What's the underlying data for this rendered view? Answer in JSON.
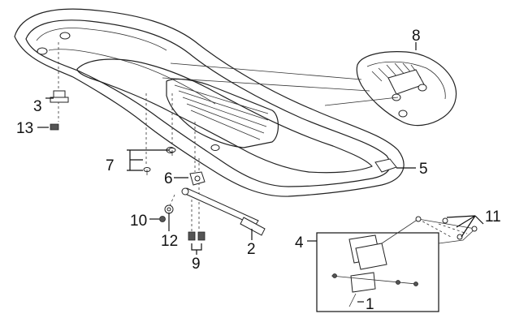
{
  "figure": {
    "callouts": {
      "p1": "1",
      "p2": "2",
      "p3": "3",
      "p4": "4",
      "p5": "5",
      "p6": "6",
      "p7": "7",
      "p8": "8",
      "p9": "9",
      "p10": "10",
      "p11": "11",
      "p12": "12",
      "p13": "13"
    }
  }
}
